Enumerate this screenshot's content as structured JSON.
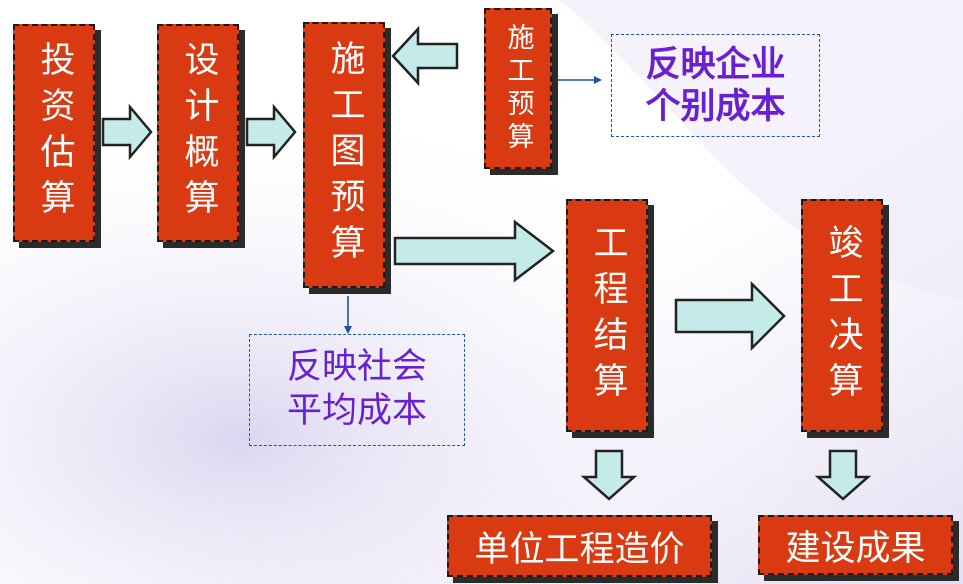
{
  "chart_data": {
    "type": "flowchart",
    "nodes": [
      {
        "id": "investment",
        "label": "投资估算"
      },
      {
        "id": "design",
        "label": "设计概算"
      },
      {
        "id": "construction_drawing",
        "label": "施工图预算"
      },
      {
        "id": "construction_budget",
        "label": "施工预算"
      },
      {
        "id": "settlement",
        "label": "工程结算"
      },
      {
        "id": "final_accounts",
        "label": "竣工决算"
      },
      {
        "id": "unit_cost",
        "label": "单位工程造价"
      },
      {
        "id": "result",
        "label": "建设成果"
      }
    ],
    "notes": [
      {
        "id": "enterprise_cost",
        "label": "反映企业\n个别成本"
      },
      {
        "id": "social_cost",
        "label": "反映社会\n平均成本"
      }
    ],
    "edges": [
      {
        "from": "investment",
        "to": "design"
      },
      {
        "from": "design",
        "to": "construction_drawing"
      },
      {
        "from": "construction_budget",
        "to": "construction_drawing"
      },
      {
        "from": "construction_drawing",
        "to": "settlement"
      },
      {
        "from": "settlement",
        "to": "final_accounts"
      },
      {
        "from": "settlement",
        "to": "unit_cost"
      },
      {
        "from": "final_accounts",
        "to": "result"
      },
      {
        "from": "construction_budget",
        "to": "enterprise_cost"
      },
      {
        "from": "construction_drawing",
        "to": "social_cost"
      }
    ]
  },
  "colors": {
    "box_fill": "#d93a12",
    "box_text": "#ffffff",
    "arrow_fill": "#c4eaea",
    "note_text": "#6a1fd1",
    "note_border": "#2255aa"
  }
}
